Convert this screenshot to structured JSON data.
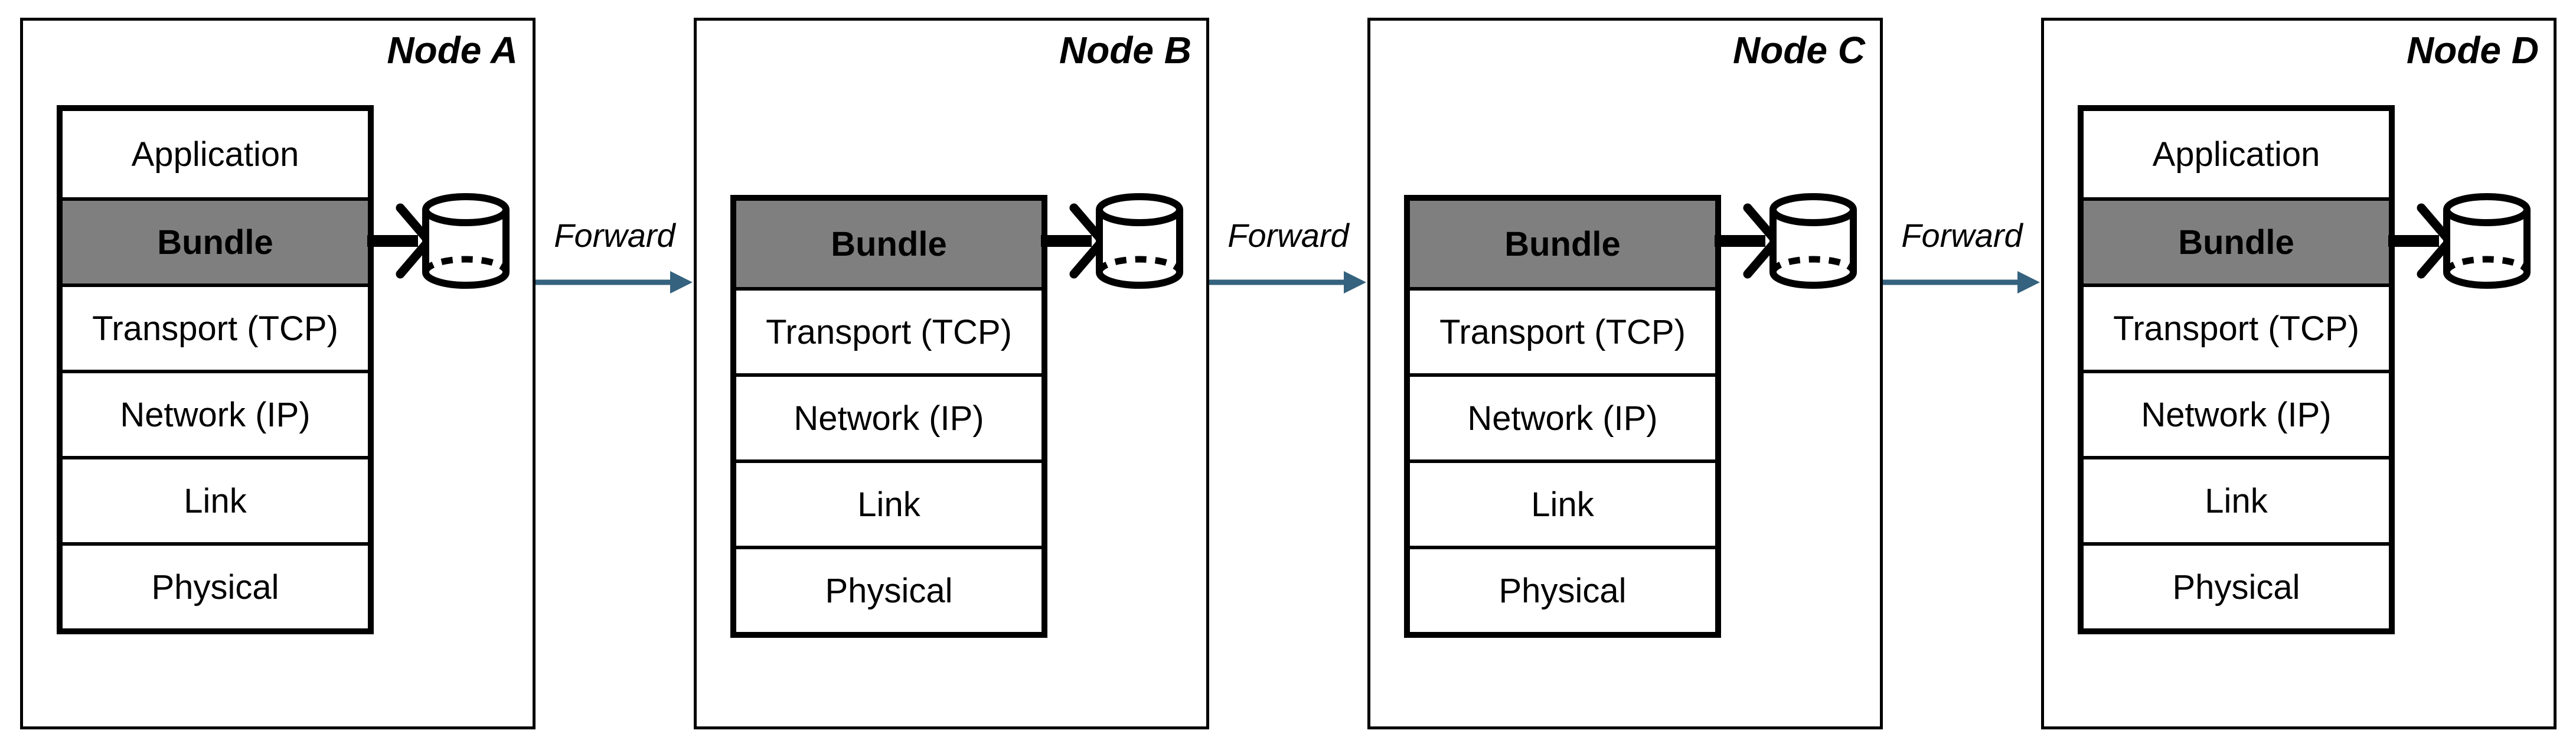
{
  "nodes": [
    {
      "title": "Node A",
      "highlighted_layer": "Bundle",
      "has_storage": true,
      "layers": [
        "Application",
        "Bundle",
        "Transport (TCP)",
        "Network (IP)",
        "Link",
        "Physical"
      ]
    },
    {
      "title": "Node B",
      "highlighted_layer": "Bundle",
      "has_storage": true,
      "layers": [
        "Bundle",
        "Transport (TCP)",
        "Network (IP)",
        "Link",
        "Physical"
      ]
    },
    {
      "title": "Node C",
      "highlighted_layer": "Bundle",
      "has_storage": true,
      "layers": [
        "Bundle",
        "Transport (TCP)",
        "Network (IP)",
        "Link",
        "Physical"
      ]
    },
    {
      "title": "Node D",
      "highlighted_layer": "Bundle",
      "has_storage": true,
      "layers": [
        "Application",
        "Bundle",
        "Transport (TCP)",
        "Network (IP)",
        "Link",
        "Physical"
      ]
    }
  ],
  "connectors": [
    {
      "label": "Forward"
    },
    {
      "label": "Forward"
    },
    {
      "label": "Forward"
    }
  ],
  "icons": {
    "storage_cylinder": "database-cylinder-shape",
    "store_arrow": "thick-black-arrow-into-cylinder",
    "forward_arrow": "blue-right-arrow"
  },
  "colors": {
    "bundle_fill": "#7f7f7f",
    "forward_arrow": "#35627e",
    "line": "#000000",
    "background": "#ffffff",
    "text": "#000000"
  }
}
